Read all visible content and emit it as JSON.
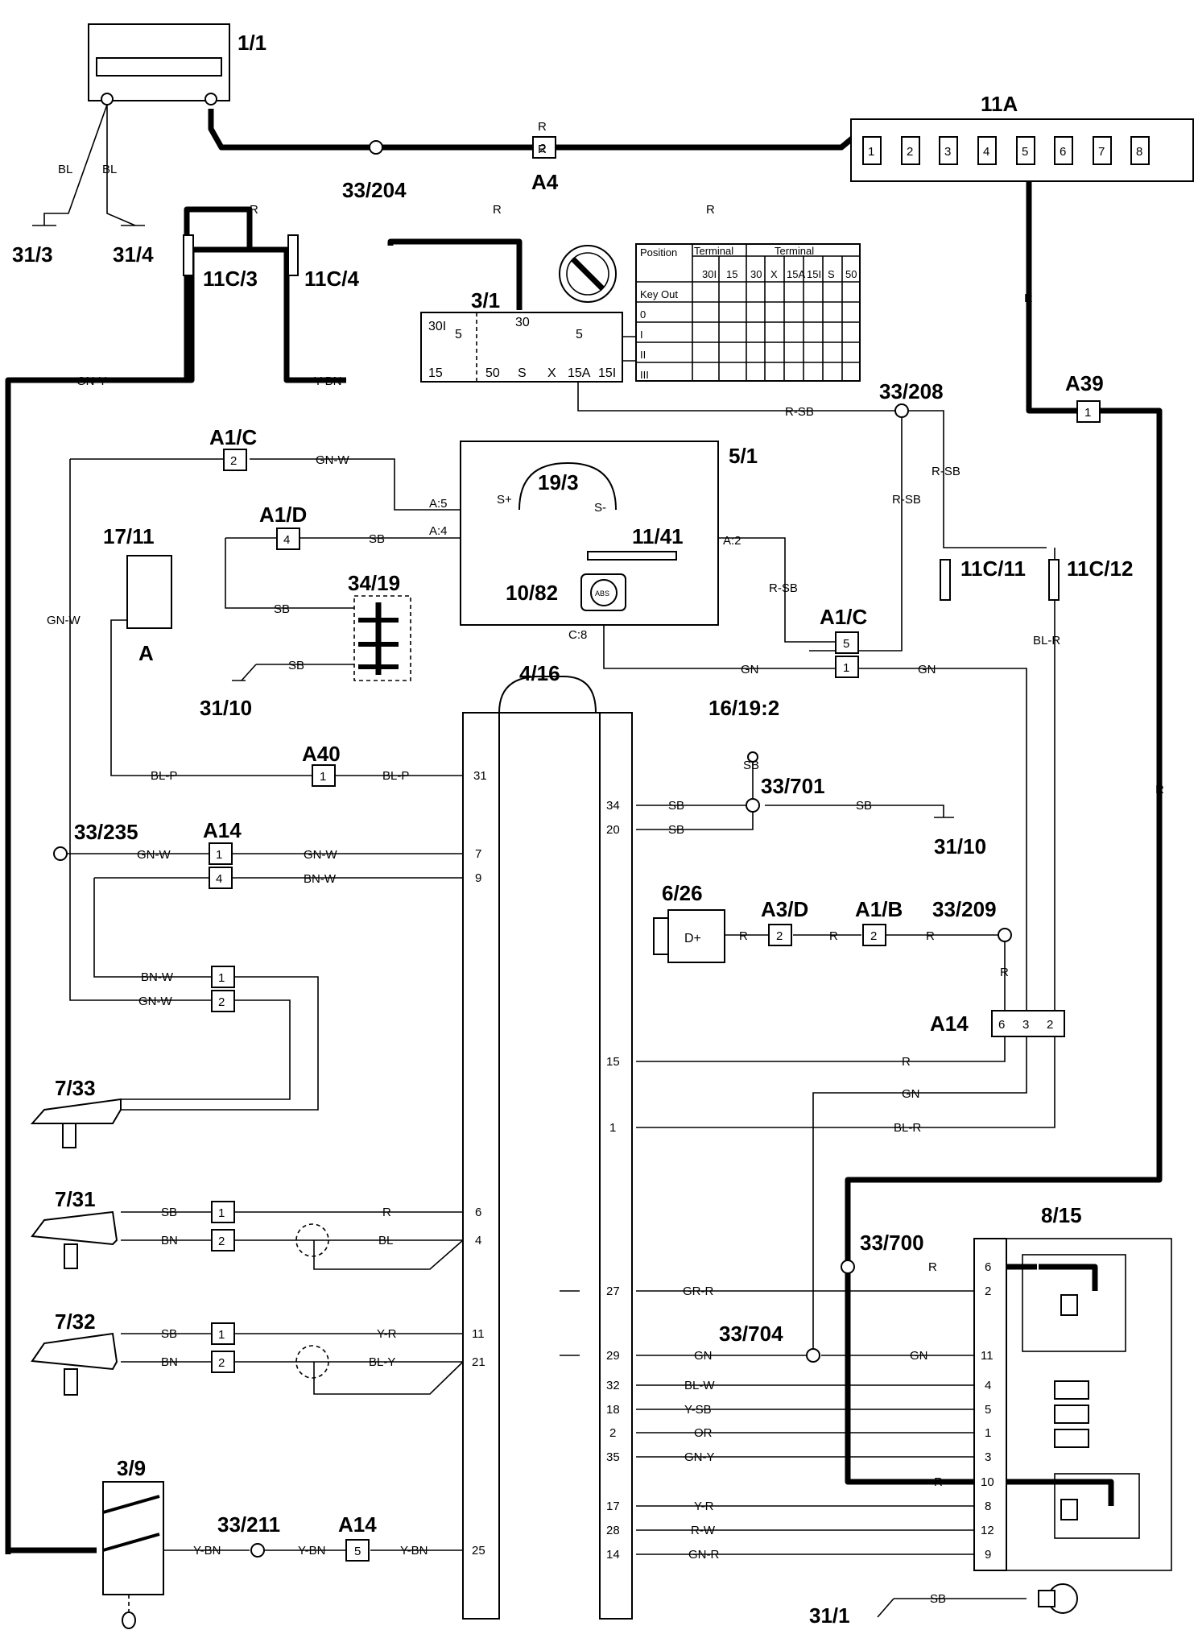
{
  "components": {
    "battery": "1/1",
    "fuse_box": "11A",
    "fuse_numbers": [
      "1",
      "2",
      "3",
      "4",
      "5",
      "6",
      "7",
      "8"
    ],
    "ground_31_3": "31/3",
    "ground_31_4": "31/4",
    "junction_33_204": "33/204",
    "conn_a4": "A4",
    "conn_a4_pin": "2",
    "fuse_11c3": "11C/3",
    "fuse_11c4": "11C/4",
    "ign_switch": "3/1",
    "instrument": "5/1",
    "gauge_19_3": "19/3",
    "conn_a1c_top": "A1/C",
    "conn_a1d": "A1/D",
    "conn_a1d_pin": "4",
    "resistor_11_41": "11/41",
    "abs_lamp": "10/82",
    "abs_text": "ABS",
    "junction_33_208": "33/208",
    "fuse_11c11": "11C/11",
    "fuse_11c12": "11C/12",
    "conn_a39": "A39",
    "conn_a39_pin": "1",
    "conn_a1c_mid": "A1/C",
    "comp_17_11": "17/11",
    "comp_17_11_sub": "A",
    "comp_34_19": "34/19",
    "ground_31_10a": "31/10",
    "ecu": "4/16",
    "test_point": "16/19:2",
    "junction_33_701": "33/701",
    "ground_31_10b": "31/10",
    "conn_a40": "A40",
    "conn_a40_pin": "1",
    "junction_33_235": "33/235",
    "conn_a14_left": "A14",
    "alternator": "6/26",
    "alternator_term": "D+",
    "conn_a3d": "A3/D",
    "conn_a3d_pin": "2",
    "conn_a1b": "A1/B",
    "conn_a1b_pin": "2",
    "junction_33_209": "33/209",
    "conn_a14_right": "A14",
    "a14_right_pins": [
      "6",
      "3",
      "2"
    ],
    "sensor_7_33": "7/33",
    "sensor_7_31": "7/31",
    "sensor_7_32": "7/32",
    "relay_8_15": "8/15",
    "junction_33_700": "33/700",
    "junction_33_704": "33/704",
    "switch_3_9": "3/9",
    "junction_33_211": "33/211",
    "conn_a14_bottom": "A14",
    "conn_a14_bottom_pin": "5",
    "ground_31_1": "31/1"
  },
  "wires": {
    "R": "R",
    "BL": "BL",
    "GN_Y": "GN-Y",
    "Y_BN": "Y-BN",
    "R_SB": "R-SB",
    "GN_W": "GN-W",
    "SB": "SB",
    "GN": "GN",
    "BL_R": "BL-R",
    "BL_P": "BL-P",
    "BN_W": "BN-W",
    "BN": "BN",
    "BL_Y": "BL-Y",
    "Y_R": "Y-R",
    "GR_R": "GR-R",
    "BL_W": "BL-W",
    "Y_SB": "Y-SB",
    "OR": "OR",
    "R_W": "R-W",
    "GN_R": "GN-R"
  },
  "ign_table": {
    "head_position": "Position",
    "head_terminal_a": "Terminal",
    "head_terminal_b": "Terminal",
    "cols_a": [
      "30I",
      "15"
    ],
    "cols_b": [
      "30",
      "X",
      "15A",
      "15I",
      "S",
      "50"
    ],
    "rows": [
      "Key Out",
      "0",
      "I",
      "II",
      "III"
    ]
  },
  "ign_terms": {
    "t30i": "30I",
    "t5a": "5",
    "t30": "30",
    "t5b": "5",
    "t15": "15",
    "t50": "50",
    "tS": "S",
    "tX": "X",
    "t15A": "15A",
    "t15I": "15I"
  },
  "term_labels": {
    "a5": "A:5",
    "a4": "A:4",
    "a2": "A:2",
    "c8": "C:8",
    "s_plus": "S+",
    "s_minus": "S-"
  },
  "ecu_pins_left": [
    "31",
    "7",
    "9",
    "6",
    "4",
    "11",
    "21",
    "25"
  ],
  "ecu_pins_right": [
    "34",
    "20",
    "15",
    "1",
    "27",
    "29",
    "32",
    "18",
    "2",
    "35",
    "17",
    "28",
    "14"
  ],
  "relay_pins": [
    "6",
    "2",
    "11",
    "4",
    "5",
    "1",
    "3",
    "10",
    "8",
    "12",
    "9"
  ]
}
